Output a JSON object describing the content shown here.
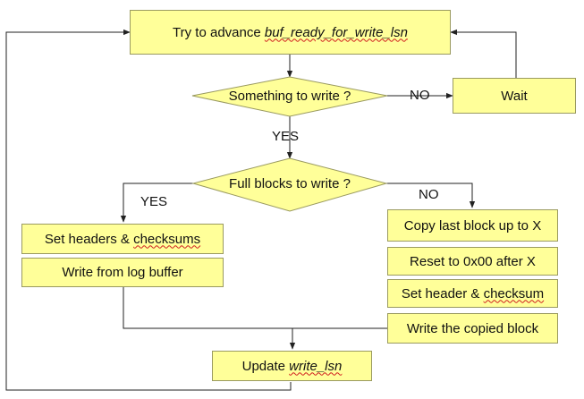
{
  "nodes": {
    "advance": {
      "text": "Try to advance ",
      "var": "buf_ready_for_write_lsn"
    },
    "something": {
      "text": "Something to write ?"
    },
    "wait": {
      "text": "Wait"
    },
    "full_blocks": {
      "text": "Full blocks to write ?"
    },
    "set_headers": {
      "text": "Set headers & ",
      "spell": "checksums"
    },
    "write_from": {
      "text": "Write from log buffer"
    },
    "copy_last": {
      "text": "Copy last block up to X"
    },
    "reset": {
      "text": "Reset to 0x00 after X"
    },
    "set_header": {
      "text": "Set header & ",
      "spell": "checksum"
    },
    "write_copied": {
      "text": "Write the copied block"
    },
    "update": {
      "text": "Update ",
      "var": "write_lsn"
    }
  },
  "edge_labels": {
    "no_wait": "NO",
    "yes_down": "YES",
    "yes_left": "YES",
    "no_right": "NO"
  },
  "colors": {
    "node_fill": "#ffff99",
    "node_border": "#9a9a60",
    "edge": "#222222"
  }
}
